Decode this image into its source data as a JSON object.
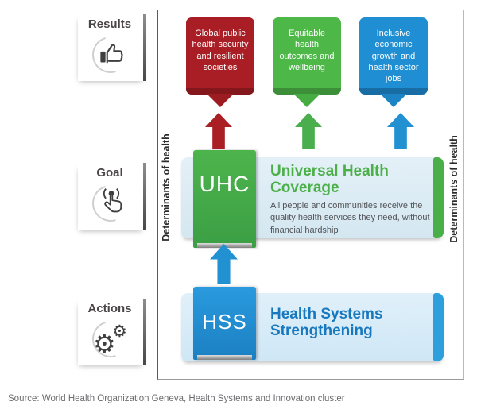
{
  "caption": "Source: World Health Organization Geneva, Health Systems and Innovation cluster",
  "side": {
    "results": {
      "label": "Results",
      "icon": "thumbs-up-icon"
    },
    "goal": {
      "label": "Goal",
      "icon": "tap-icon"
    },
    "actions": {
      "label": "Actions",
      "icon": "gears-icon"
    }
  },
  "determinants": {
    "left": "Determinants of health",
    "right": "Determinants of health"
  },
  "bubbles": [
    {
      "text": "Global public health security and resilient societies",
      "color": "#a81e24"
    },
    {
      "text": "Equitable health outcomes and wellbeing",
      "color": "#4db848"
    },
    {
      "text": "Inclusive economic growth and health sector jobs",
      "color": "#1f8ed2"
    }
  ],
  "goal_banner": {
    "tag": "UHC",
    "title": "Universal Health Coverage",
    "description": "All people and communities receive the quality health services they need, without financial hardship",
    "tag_color": "#45ab48",
    "title_color": "#4cb048",
    "banner_bg": "#dcebf4",
    "cap_color": "#4aae49"
  },
  "actions_banner": {
    "tag": "HSS",
    "title": "Health Systems Strengthening",
    "tag_color": "#2193d6",
    "title_color": "#1878be",
    "banner_bg": "#d9ecf8",
    "cap_color": "#2e9fdd"
  },
  "arrows": {
    "red": "#aa1f24",
    "green": "#4aae4c",
    "blue": "#2191d2",
    "connector": "#2191d2"
  },
  "icons": {
    "gear_glyph": "⚙"
  }
}
